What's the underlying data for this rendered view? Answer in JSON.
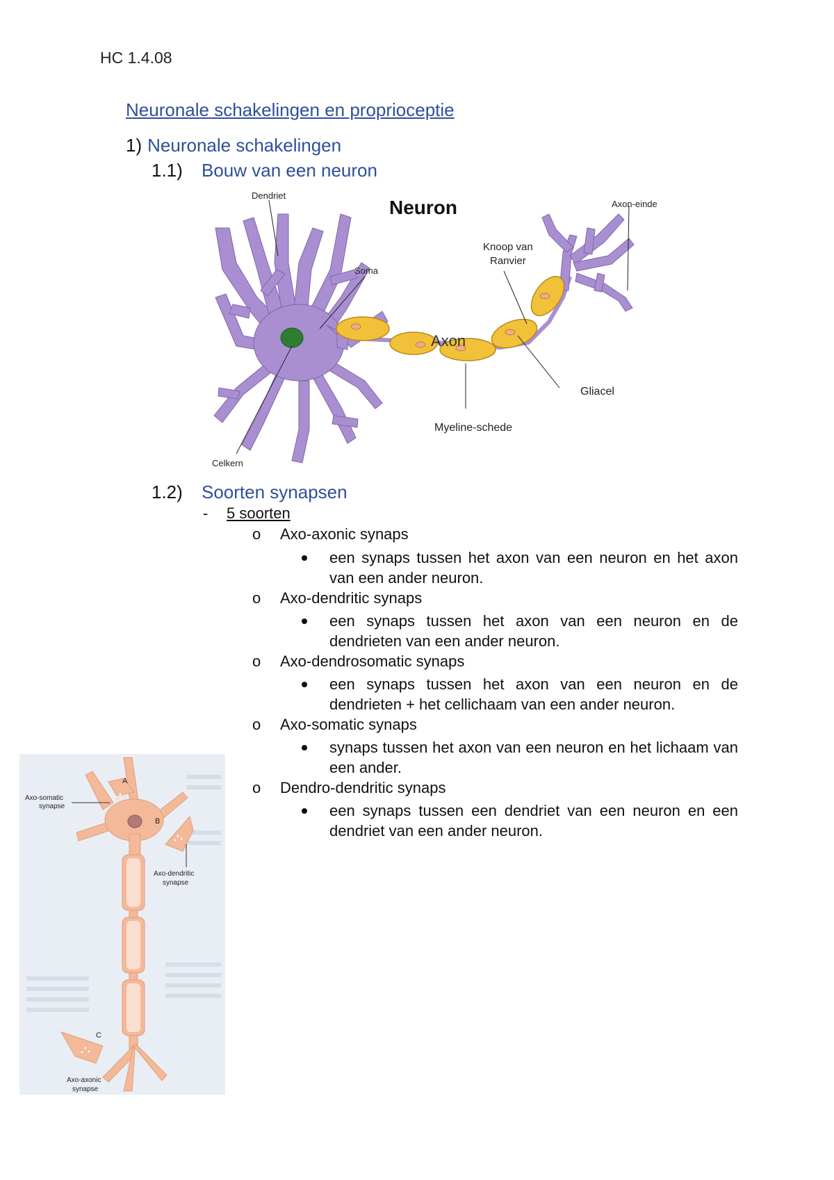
{
  "header": {
    "code": "HC 1.4.08"
  },
  "title": "Neuronale schakelingen en proprioceptie",
  "section1": {
    "num": "1)",
    "label": "Neuronale schakelingen"
  },
  "section1_1": {
    "num": "1.1)",
    "label": "Bouw van een neuron"
  },
  "neuron_diagram": {
    "title": "Neuron",
    "labels": {
      "dendriet": "Dendriet",
      "soma": "Soma",
      "axon": "Axon",
      "knoop": [
        "Knoop van",
        "Ranvier"
      ],
      "axon_einde": "Axon-einde",
      "gliacel": "Gliacel",
      "myeline": "Myeline-schede",
      "celkern": "Celkern"
    },
    "colors": {
      "cell": "#a98fd2",
      "myelin": "#f2c13a",
      "nucleus": "#2e7d32"
    }
  },
  "section1_2": {
    "num": "1.2)",
    "label": "Soorten synapsen"
  },
  "list": {
    "dash": "-",
    "heading": "5 soorten",
    "marker": "o",
    "items": [
      {
        "label": "Axo-axonic synaps",
        "desc": "een synaps tussen het axon van een neuron en het axon van een ander neuron."
      },
      {
        "label": "Axo-dendritic synaps",
        "desc": "een synaps tussen het axon van een neuron en de dendrieten van een ander neuron."
      },
      {
        "label": "Axo-dendrosomatic synaps",
        "desc": "een synaps tussen het axon van een neuron en de dendrieten + het cellichaam van een ander neuron."
      },
      {
        "label": "Axo-somatic synaps",
        "desc": "synaps tussen het axon van een neuron en het lichaam van een ander."
      },
      {
        "label": "Dendro-dendritic synaps",
        "desc": "een synaps tussen een dendriet van een neuron en een dendriet van een ander neuron."
      }
    ]
  },
  "synapse_figure": {
    "labels": {
      "a": "A",
      "b": "B",
      "c": "C",
      "axo_somatic": [
        "Axo-somatic",
        "synapse"
      ],
      "axo_dendritic": [
        "Axo-dendritic",
        "synapse"
      ],
      "axo_axonic": [
        "Axo-axonic",
        "synapse"
      ]
    },
    "colors": {
      "cell": "#f4b999",
      "background": "#e9eef4"
    }
  }
}
